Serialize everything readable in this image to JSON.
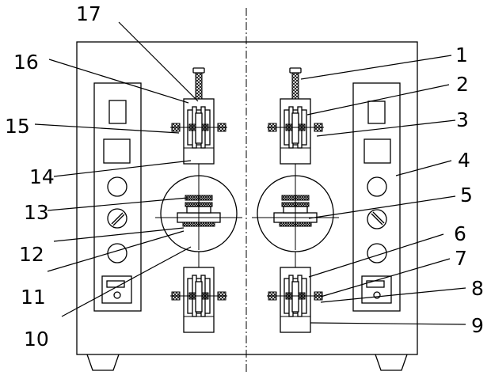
{
  "labels": [
    {
      "id": "1",
      "text": "1"
    },
    {
      "id": "2",
      "text": "2"
    },
    {
      "id": "3",
      "text": "3"
    },
    {
      "id": "4",
      "text": "4"
    },
    {
      "id": "5",
      "text": "5"
    },
    {
      "id": "6",
      "text": "6"
    },
    {
      "id": "7",
      "text": "7"
    },
    {
      "id": "8",
      "text": "8"
    },
    {
      "id": "9",
      "text": "9"
    },
    {
      "id": "10",
      "text": "10"
    },
    {
      "id": "11",
      "text": "11"
    },
    {
      "id": "12",
      "text": "12"
    },
    {
      "id": "13",
      "text": "13"
    },
    {
      "id": "14",
      "text": "14"
    },
    {
      "id": "15",
      "text": "15"
    },
    {
      "id": "16",
      "text": "16"
    },
    {
      "id": "17",
      "text": "17"
    }
  ]
}
